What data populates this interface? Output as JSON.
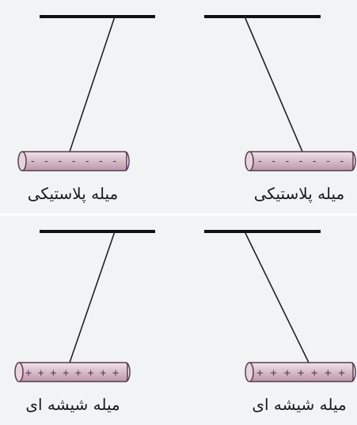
{
  "colors": {
    "background": "#f1f3f4",
    "divider": "#ffffff",
    "support_bar": "#111111",
    "thread": "#222222",
    "rod_fill": "#d9c0cb",
    "rod_stroke": "#5b3b52"
  },
  "top_row": {
    "left_rod": {
      "label": "میله پلاستیکی",
      "charges": "- - - - - - -"
    },
    "right_rod": {
      "label": "میله پلاستیکی",
      "charges": "- - - - - - -"
    }
  },
  "bottom_row": {
    "left_rod": {
      "label": "میله شیشه ای",
      "charges": "+ + + + + + + +"
    },
    "right_rod": {
      "label": "میله شیشه ای",
      "charges": "+ + + + + + +"
    }
  }
}
